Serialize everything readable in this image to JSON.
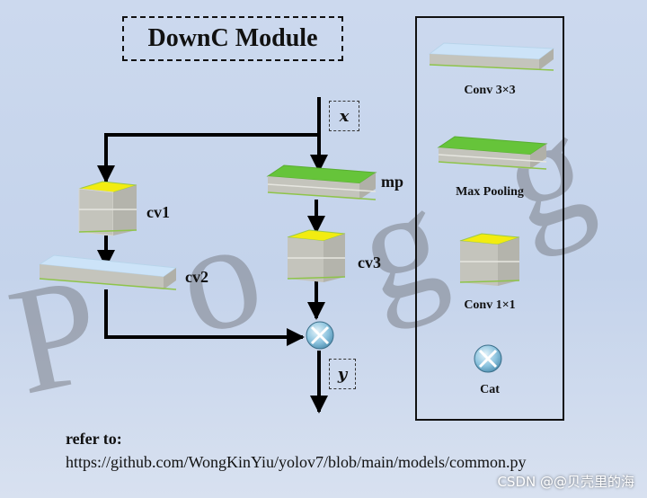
{
  "title": "DownC Module",
  "inputs": {
    "x": "x",
    "y": "y"
  },
  "blocks": {
    "cv1": "cv1",
    "cv2": "cv2",
    "cv3": "cv3",
    "mp": "mp"
  },
  "legend": {
    "conv3x3": "Conv 3×3",
    "maxpool": "Max Pooling",
    "conv1x1": "Conv 1×1",
    "cat": "Cat"
  },
  "reference": {
    "heading": "refer to:",
    "url": "https://github.com/WongKinYiu/yolov7/blob/main/models/common.py"
  },
  "watermark": "Poggg",
  "credit": "CSDN @@贝壳里的海",
  "colors": {
    "yellow_top": "#f2ec10",
    "green_top": "#66c43a",
    "blue_top": "#cce3f8",
    "box_side": "#c8c8c0",
    "arrow": "#000000",
    "cat_node": "#7fb8d8"
  }
}
